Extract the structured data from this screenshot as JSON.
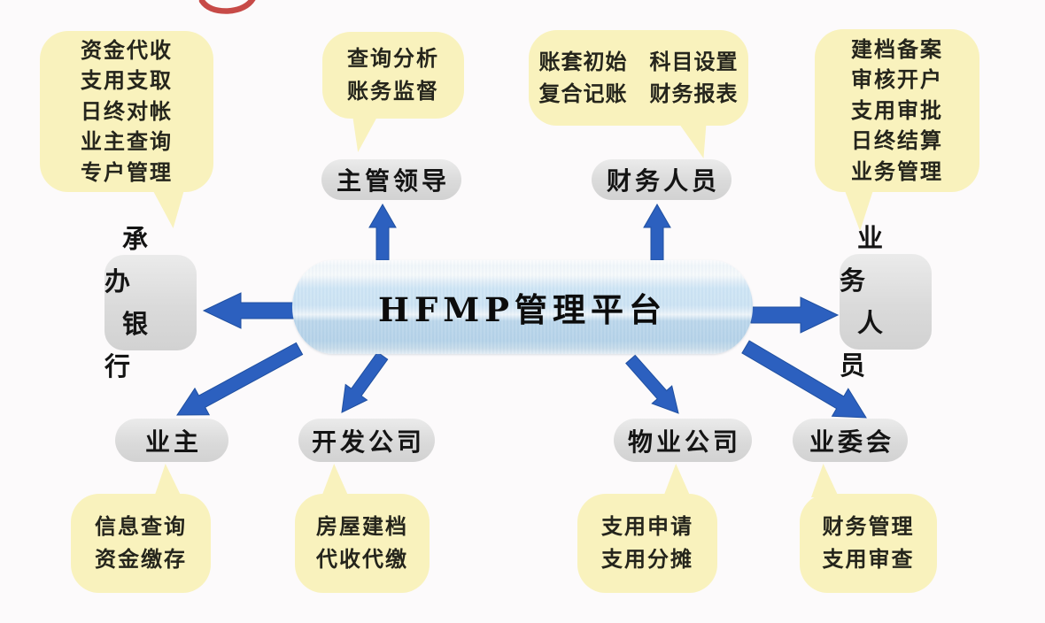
{
  "platform": {
    "label": "HFMP管理平台"
  },
  "roles": {
    "leader": {
      "label": "主管领导"
    },
    "finance": {
      "label": "财务人员"
    },
    "bank": {
      "lines": [
        "承办",
        "银行"
      ]
    },
    "business": {
      "lines": [
        "业务",
        "人员"
      ]
    },
    "owner": {
      "label": "业主"
    },
    "developer": {
      "label": "开发公司"
    },
    "property": {
      "label": "物业公司"
    },
    "committee": {
      "label": "业委会"
    }
  },
  "bubbles": {
    "bank": {
      "lines": [
        "资金代收",
        "支用支取",
        "日终对帐",
        "业主查询",
        "专户管理"
      ]
    },
    "leader": {
      "lines": [
        "查询分析",
        "账务监督"
      ]
    },
    "finance": {
      "lines": [
        "账套初始　科目设置",
        "复合记账　财务报表"
      ]
    },
    "business": {
      "lines": [
        "建档备案",
        "审核开户",
        "支用审批",
        "日终结算",
        "业务管理"
      ]
    },
    "owner": {
      "lines": [
        "信息查询",
        "资金缴存"
      ]
    },
    "developer": {
      "lines": [
        "房屋建档",
        "代收代缴"
      ]
    },
    "property": {
      "lines": [
        "支用申请",
        "支用分摊"
      ]
    },
    "committee": {
      "lines": [
        "财务管理",
        "支用审查"
      ]
    }
  },
  "colors": {
    "background": "#fcfafb",
    "bubble": "#f9f2bd",
    "node": "#dadada",
    "arrow": "#2c60bf",
    "cylinder_light": "#cde4f4",
    "cylinder_dark": "#b3d1e8",
    "red_fragment": "#c74a47"
  }
}
